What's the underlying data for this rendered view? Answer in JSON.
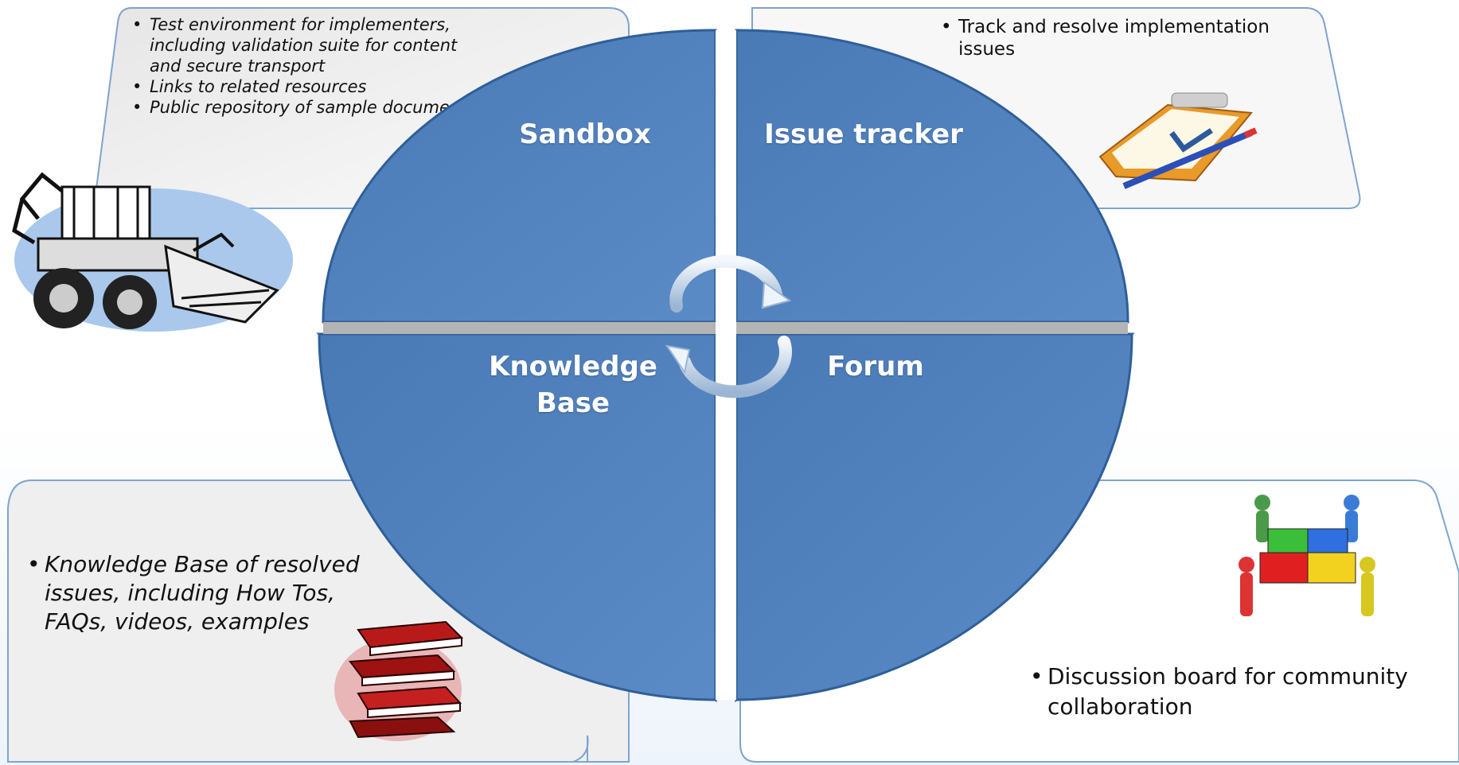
{
  "quadrants": {
    "sandbox": {
      "title": "Sandbox",
      "bullets": [
        "Test environment for implementers, including validation suite for content and secure transport",
        "Links to related resources",
        "Public repository of sample documents"
      ],
      "image": "backhoe-loader-icon"
    },
    "issue_tracker": {
      "title": "Issue tracker",
      "bullets": [
        "Track and resolve implementation issues"
      ],
      "image": "clipboard-checkmark-icon"
    },
    "knowledge_base": {
      "title": "Knowledge\nBase",
      "bullets": [
        "Knowledge Base of resolved issues, including How Tos, FAQs, videos, examples"
      ],
      "image": "book-stack-icon"
    },
    "forum": {
      "title": "Forum",
      "bullets": [
        "Discussion board for community collaboration"
      ],
      "image": "puzzle-team-icon"
    }
  },
  "center_symbol": "cycle-arrows-icon",
  "colors": {
    "quadrant_fill": "#4f7fba",
    "quadrant_edge": "#2f5f99",
    "panel_fill": "#f2f2f2",
    "panel_border": "#7ea4cf",
    "text": "#111111"
  }
}
